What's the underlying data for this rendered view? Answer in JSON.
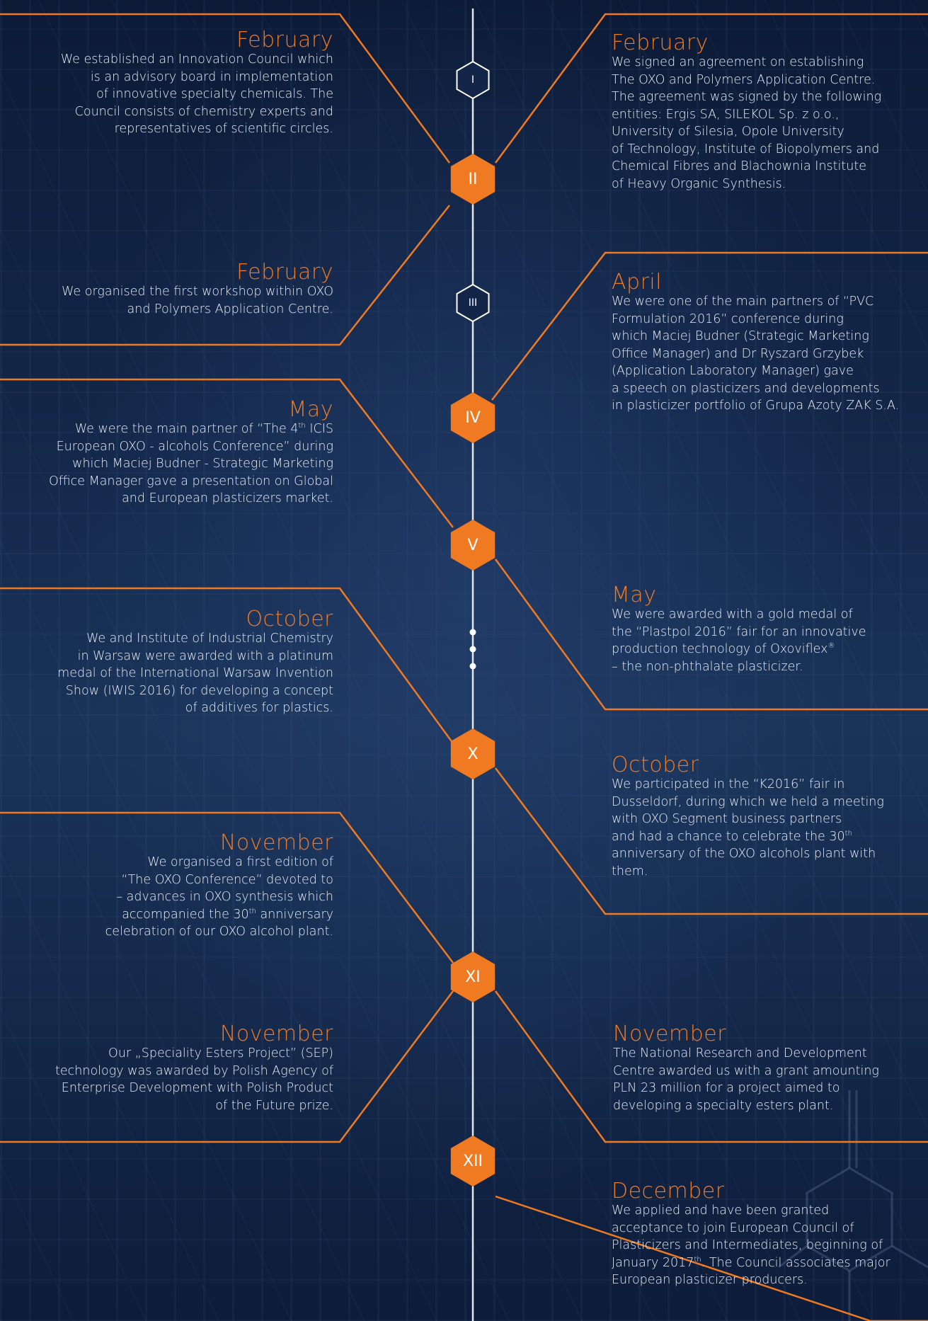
{
  "colors": {
    "accent": "#f07a22",
    "line": "#e3e8ef",
    "text": "#e8edf5"
  },
  "timeline": {
    "nodes": [
      {
        "label": "I",
        "style": "outline"
      },
      {
        "label": "II",
        "style": "filled"
      },
      {
        "label": "III",
        "style": "outline"
      },
      {
        "label": "IV",
        "style": "filled"
      },
      {
        "label": "V",
        "style": "filled"
      },
      {
        "label": "X",
        "style": "filled"
      },
      {
        "label": "XI",
        "style": "filled"
      },
      {
        "label": "XII",
        "style": "filled"
      }
    ],
    "ellipsis_icon": "vertical-dots-icon"
  },
  "left_entries": [
    {
      "month": "February",
      "text": "We established an Innovation Council which\nis an advisory board in implementation\nof innovative specialty chemicals. The\nCouncil consists of chemistry experts and\nrepresentatives of scientific circles."
    },
    {
      "month": "February",
      "text": "We organised the first workshop within OXO\nand Polymers Application Centre."
    },
    {
      "month": "May",
      "text_parts": [
        "We were the main partner of “The 4",
        "th",
        " ICIS\nEuropean OXO - alcohols Conference” during\nwhich Maciej Budner - Strategic Marketing\nOffice Manager gave a presentation on Global\nand European plasticizers market."
      ]
    },
    {
      "month": "October",
      "text": "We and Institute of Industrial Chemistry\nin Warsaw were awarded with a platinum\nmedal of the International Warsaw Invention\nShow (IWIS 2016) for developing a concept\nof additives for plastics."
    },
    {
      "month": "November",
      "text_parts": [
        "We organised a first edition of\n“The OXO Conference” devoted to\n– advances in OXO synthesis which\naccompanied the 30",
        "th",
        " anniversary\ncelebration of our OXO alcohol plant."
      ]
    },
    {
      "month": "November",
      "text": "Our „Speciality Esters Project” (SEP)\ntechnology was awarded by Polish Agency of\nEnterprise Development with Polish Product\nof the Future prize."
    }
  ],
  "right_entries": [
    {
      "month": "February",
      "text": "We signed an agreement on establishing\nThe OXO and Polymers Application Centre.\nThe agreement was signed by the following\nentities: Ergis SA, SILEKOL Sp. z o.o.,\nUniversity of Silesia, Opole University\nof Technology, Institute of Biopolymers and\nChemical Fibres and Blachownia Institute\nof Heavy Organic Synthesis."
    },
    {
      "month": "April",
      "text": "We were one of the main partners of “PVC\nFormulation 2016” conference during\nwhich Maciej Budner (Strategic Marketing\nOffice Manager) and Dr Ryszard Grzybek\n(Application Laboratory Manager) gave\na speech on plasticizers and developments\nin plasticizer portfolio of Grupa Azoty ZAK S.A."
    },
    {
      "month": "May",
      "text_parts": [
        "We were awarded with a gold medal of\nthe “Plastpol 2016” fair for an innovative\nproduction technology of Oxoviflex",
        "®",
        "\n– the non-phthalate plasticizer."
      ]
    },
    {
      "month": "October",
      "text_parts": [
        "We participated in the “K2016” fair in\nDusseldorf, during which we held a meeting\nwith OXO Segment business partners\nand had a chance to celebrate the 30",
        "th",
        "\nanniversary of the OXO alcohols plant with\nthem."
      ]
    },
    {
      "month": "November",
      "text": "The National Research and Development\nCentre awarded us with a grant amounting\nPLN 23 million for a project aimed to\ndeveloping a specialty esters plant."
    },
    {
      "month": "December",
      "text_parts": [
        "We applied and have been granted\nacceptance to join European Council of\nPlasticizers and Intermediates, beginning of\nJanuary 2017",
        "th",
        ". The Council associates major\nEuropean plasticizer producers."
      ]
    }
  ]
}
